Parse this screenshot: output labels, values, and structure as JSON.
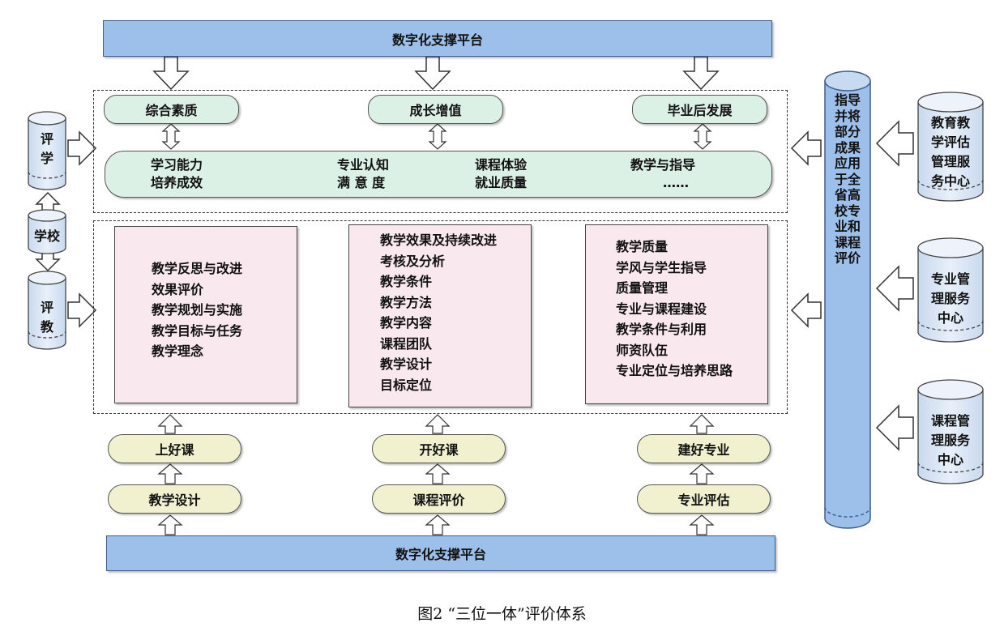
{
  "platform_top": "数字化支撑平台",
  "platform_bottom": "数字化支撑平台",
  "outcomes": {
    "pills": [
      "综合素质",
      "成长增值",
      "毕业后发展"
    ],
    "bar_items": [
      [
        "学习能力",
        "培养成效"
      ],
      [
        "专业认知",
        "满 意 度"
      ],
      [
        "课程体验",
        "就业质量"
      ],
      [
        "教学与指导",
        "……"
      ]
    ]
  },
  "columns": [
    {
      "items": [
        "教学反思与改进",
        "效果评价",
        "教学规划与实施",
        "教学目标与任务",
        "教学理念"
      ],
      "upper_pill": "上好课",
      "lower_pill": "教学设计"
    },
    {
      "items": [
        "教学效果及持续改进",
        "考核及分析",
        "教学条件",
        "教学方法",
        "教学内容",
        "课程团队",
        "教学设计",
        "目标定位"
      ],
      "upper_pill": "开好课",
      "lower_pill": "课程评价"
    },
    {
      "items": [
        "教学质量",
        "学风与学生指导",
        "质量管理",
        "专业与课程建设",
        "教学条件与利用",
        "师资队伍",
        "专业定位与培养思路"
      ],
      "upper_pill": "建好专业",
      "lower_pill": "专业评估"
    }
  ],
  "left_side": {
    "top_cylinder": [
      "评",
      "学"
    ],
    "school": "学校",
    "bottom_cylinder": [
      "评",
      "教"
    ]
  },
  "center_column": "指导并将部分成果应用于全省高校专业和课程评价",
  "centers": [
    [
      "教育教",
      "学评估",
      "管理服",
      "务中心"
    ],
    [
      "专业管",
      "理服务",
      "中心"
    ],
    [
      "课程管",
      "理服务",
      "中心"
    ]
  ],
  "caption": "图2 “三位一体”评价体系",
  "colors": {
    "platform": "#9dc0ea",
    "green": "#dcf1e6",
    "pink": "#f9e9ee",
    "yellow": "#f1f1cf",
    "cylinder": "#dde8f6"
  }
}
